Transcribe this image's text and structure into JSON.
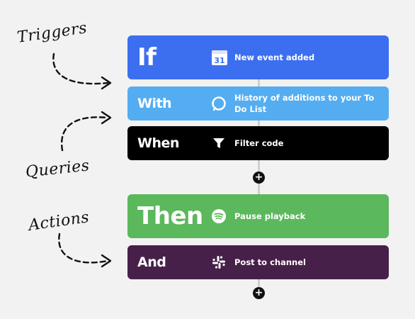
{
  "annotations": {
    "triggers": "Triggers",
    "queries": "Queries",
    "actions": "Actions"
  },
  "steps": [
    {
      "keyword": "If",
      "service_icon": "calendar-icon",
      "calendar_day": "31",
      "service_text": "New event added",
      "color": "#3b6ff0"
    },
    {
      "keyword": "With",
      "service_icon": "alexa-ring-icon",
      "service_text": "History of additions to your To Do List",
      "color": "#54adf1"
    },
    {
      "keyword": "When",
      "service_icon": "filter-icon",
      "service_text": "Filter code",
      "color": "#000000"
    },
    {
      "keyword": "Then",
      "service_icon": "spotify-icon",
      "service_text": "Pause playback",
      "color": "#5cb85c"
    },
    {
      "keyword": "And",
      "service_icon": "slack-icon",
      "service_text": "Post to channel",
      "color": "#47204a"
    }
  ],
  "add_buttons": [
    {
      "label": "+",
      "icon": "plus-icon"
    },
    {
      "label": "+",
      "icon": "plus-icon"
    }
  ]
}
